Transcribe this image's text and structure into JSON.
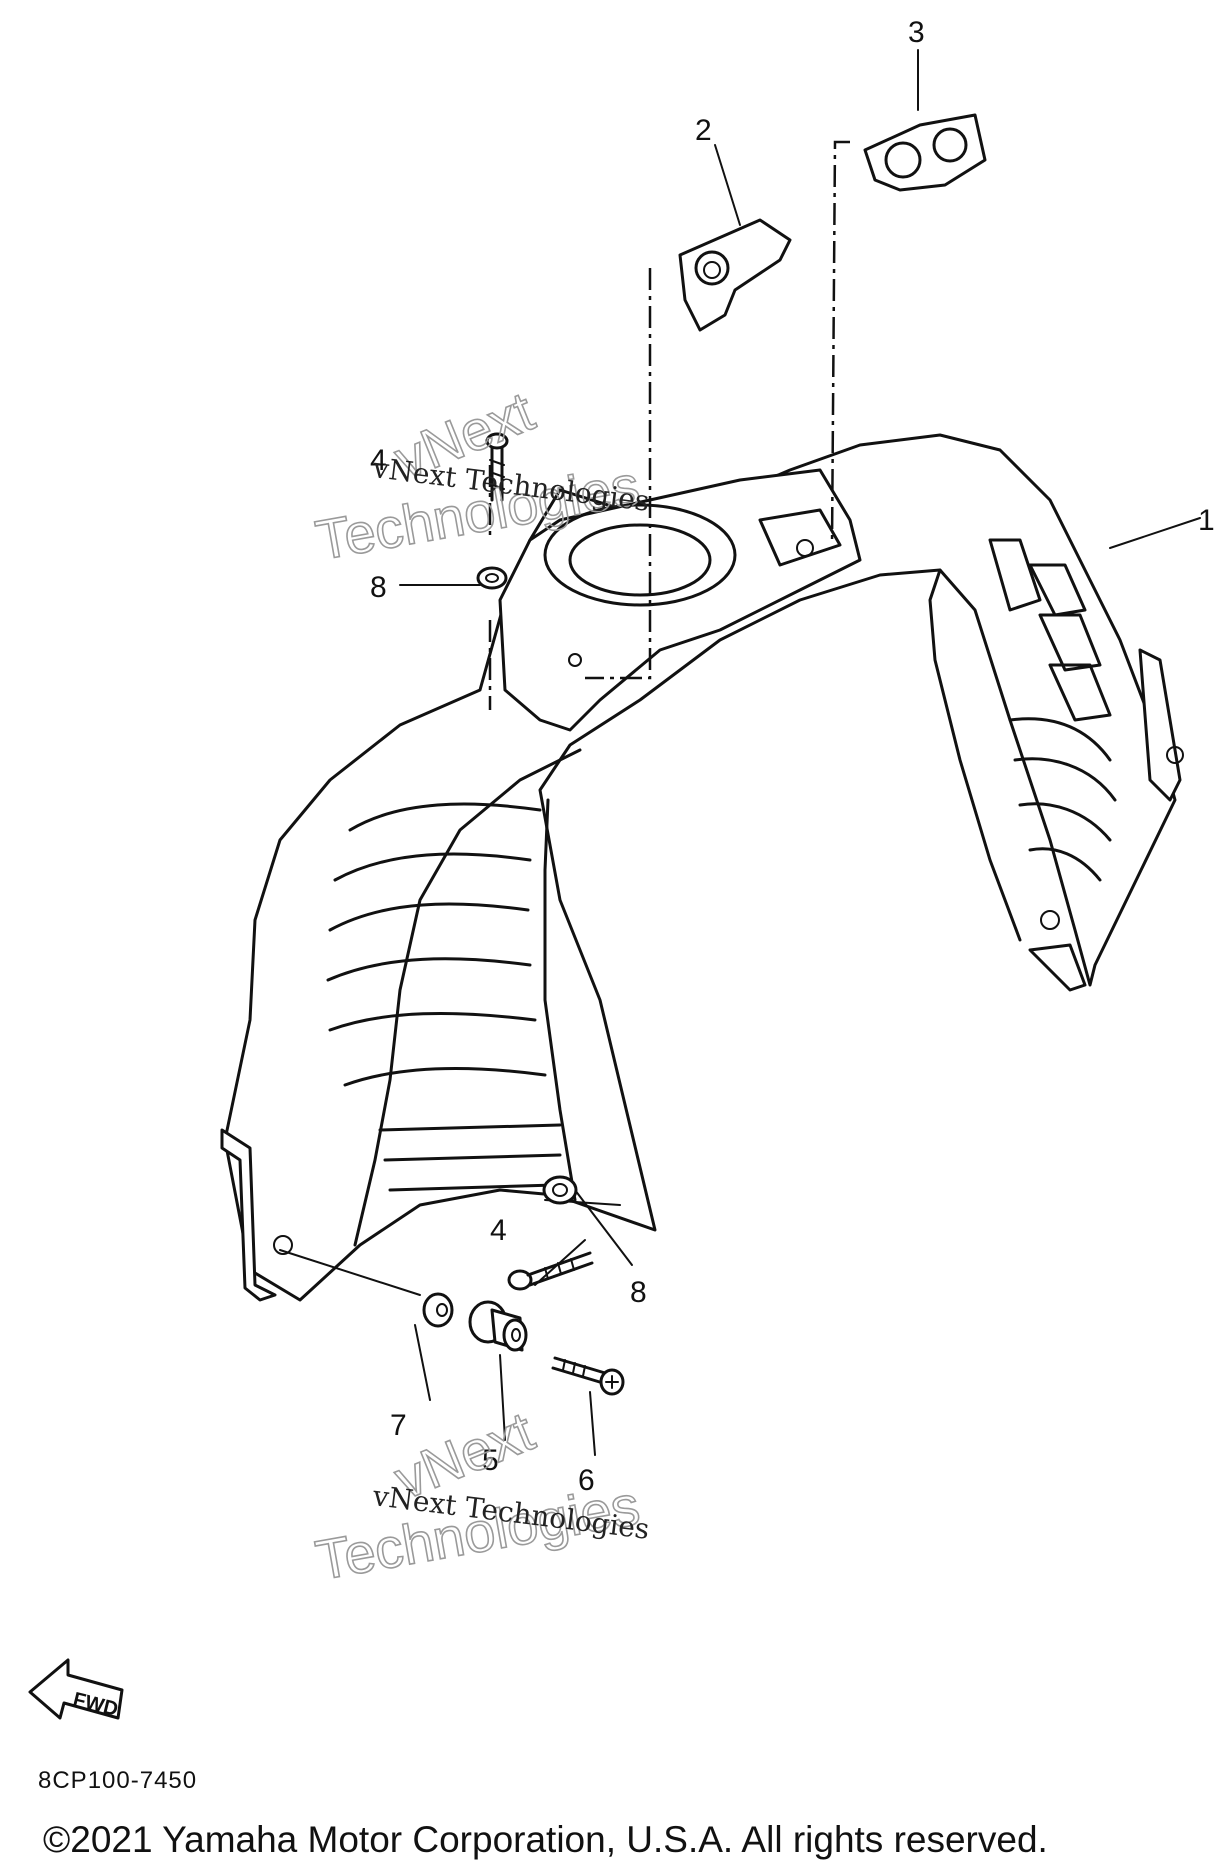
{
  "callouts": {
    "c1": "1",
    "c2": "2",
    "c3": "3",
    "c4_top": "4",
    "c8_top": "8",
    "c4_bottom": "4",
    "c8_bottom": "8",
    "c7": "7",
    "c5": "5",
    "c6": "6"
  },
  "watermark": {
    "line1": "vNext Technologies",
    "outline_a": "vNext",
    "outline_b": "Technologies"
  },
  "fwd_label": "FWD",
  "part_code": "8CP100-7450",
  "copyright": "©2021 Yamaha Motor Corporation, U.S.A. All rights reserved."
}
